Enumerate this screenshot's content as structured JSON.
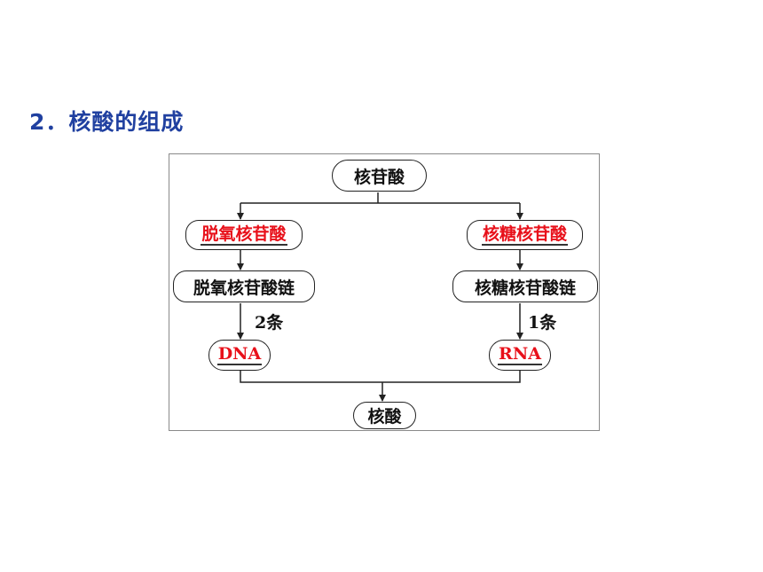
{
  "heading": "2．核酸的组成",
  "diagram": {
    "top": "核苷酸",
    "left": {
      "nucleotide": "脱氧核苷酸",
      "chain": "脱氧核苷酸链",
      "count": "2条",
      "acid": "DNA"
    },
    "right": {
      "nucleotide": "核糖核苷酸",
      "chain": "核糖核苷酸链",
      "count": "1条",
      "acid": "RNA"
    },
    "bottom": "核酸"
  },
  "colors": {
    "heading": "#2040a0",
    "answer": "#e8101a"
  }
}
